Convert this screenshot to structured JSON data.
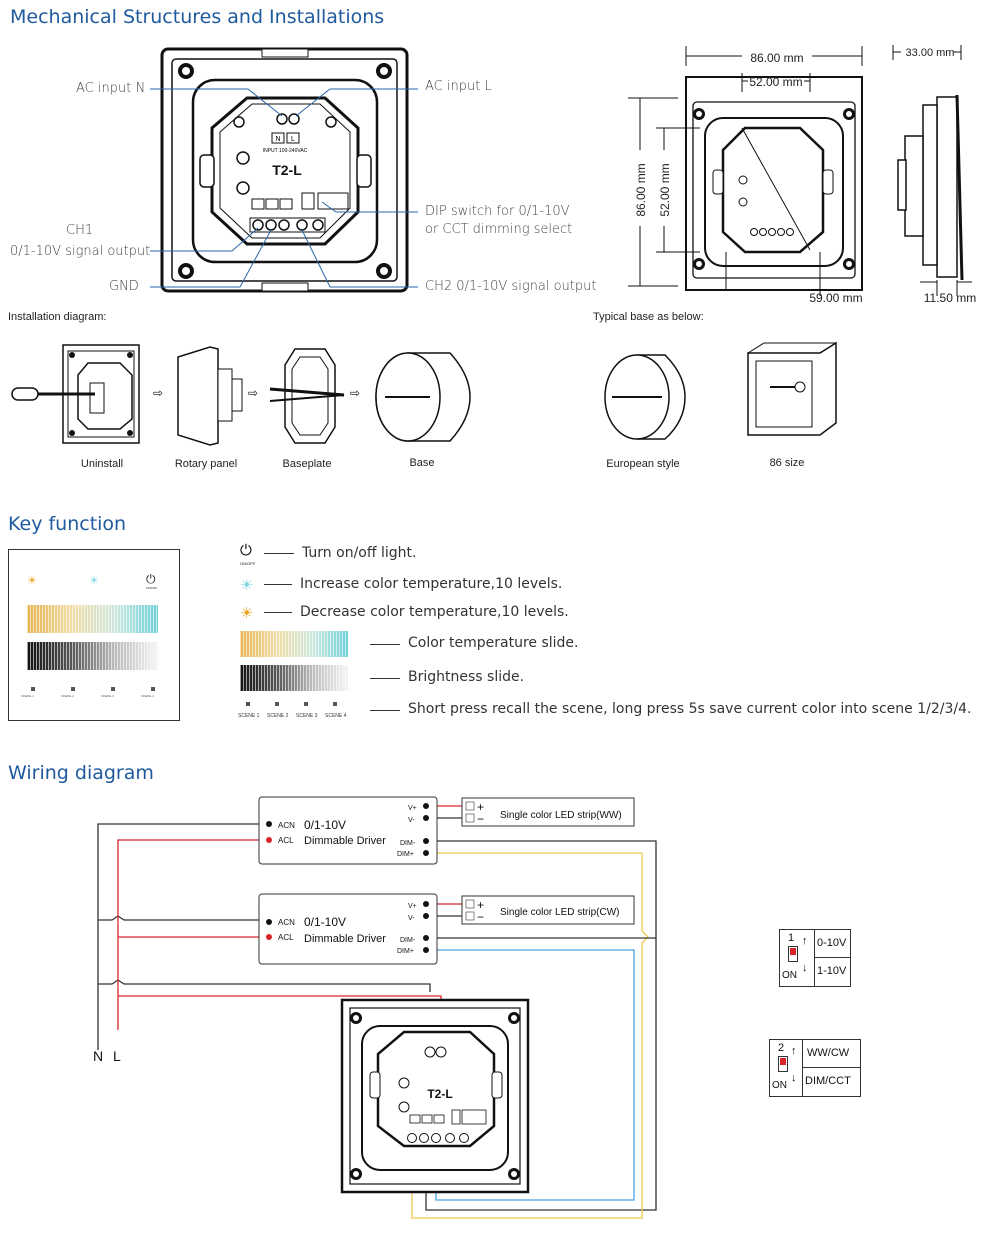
{
  "sections": {
    "mechanical": "Mechanical Structures and Installations",
    "key_function": "Key function",
    "wiring": "Wiring diagram"
  },
  "mechanical": {
    "labels": {
      "ac_n": "AC input N",
      "ac_l": "AC input  L",
      "ch1_a": "CH1",
      "ch1_b": "0/1-10V signal output",
      "gnd": "GND",
      "dip_a": "DIP switch for 0/1-10V",
      "dip_b": "or CCT dimming  select",
      "ch2": "CH2 0/1-10V signal output"
    },
    "module_name": "T2-L",
    "module_input": "INPUT 100-240VAC",
    "terminal_n": "N",
    "terminal_l": "L",
    "dims": {
      "width": "86.00 mm",
      "inner_width": "52.00 mm",
      "height": "86.00 mm",
      "inner_height": "52.00 mm",
      "base": "59.00 mm",
      "depth": "33.00 mm",
      "thick": "11.50 mm"
    },
    "install_label": "Installation diagram:",
    "typical_label": "Typical base as below:",
    "steps": [
      "Uninstall",
      "Rotary panel",
      "Baseplate",
      "Base"
    ],
    "bases": [
      "European style",
      "86 size"
    ]
  },
  "keys": {
    "items": [
      "Turn on/off light.",
      "Increase color temperature,10 levels.",
      "Decrease color temperature,10 levels.",
      "Color temperature slide.",
      "Brightness slide.",
      "Short press recall the scene, long press 5s save current color into scene 1/2/3/4."
    ],
    "onoff_small": "ON/OFF",
    "scenes": [
      "SCENE 1",
      "SCENE 2",
      "SCENE 3",
      "SCENE 4"
    ]
  },
  "wiring": {
    "driver_title_a": "0/1-10V",
    "driver_title_b": "Dimmable Driver",
    "acn": "ACN",
    "acl": "ACL",
    "vplus": "V+",
    "vminus": "V-",
    "dimminus": "DIM-",
    "dimplus": "DIM+",
    "strip1": "Single color LED strip(WW)",
    "strip2": "Single color LED strip(CW)",
    "n": "N",
    "l": "L",
    "dip1": {
      "num": "1",
      "on": "ON",
      "up": "0-10V",
      "down": "1-10V"
    },
    "dip2": {
      "num": "2",
      "on": "ON",
      "up": "WW/CW",
      "down": "DIM/CCT"
    }
  },
  "colors": {
    "title_blue": "#1f5a9e",
    "wire_red": "#d9252a",
    "wire_yellow": "#f2c94c",
    "wire_blue": "#4aa3df",
    "wire_black": "#333333"
  }
}
